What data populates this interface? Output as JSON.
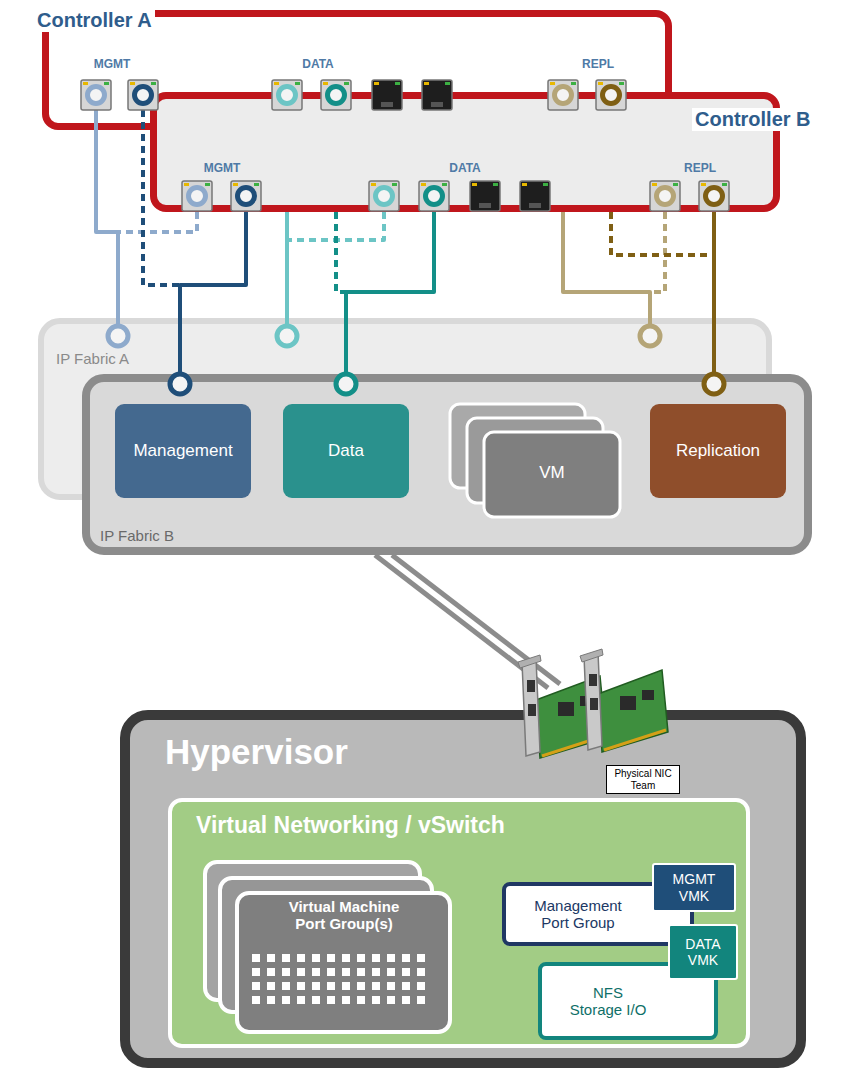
{
  "diagram": {
    "nodes": [
      {
        "text": [
          "Controller A"
        ]
      },
      {
        "text": [
          "Controller B"
        ]
      },
      {
        "text": [
          "IP Fabric A"
        ]
      },
      {
        "text": [
          "IP Fabric B"
        ]
      },
      {
        "text": [
          "Management"
        ],
        "in": 3
      },
      {
        "text": [
          "Data"
        ],
        "in": 3
      },
      {
        "text": [
          "VM"
        ],
        "in": 3
      },
      {
        "text": [
          "Replication"
        ],
        "in": 3
      },
      {
        "text": [
          "Hypervisor"
        ]
      },
      {
        "text": [
          "Virtual Networking / vSwitch"
        ],
        "in": 8
      },
      {
        "text": [
          "Virtual Machine Port Group(s)"
        ],
        "in": 9
      },
      {
        "text": [
          "Management Port Group"
        ],
        "in": 9
      },
      {
        "text": [
          "MGMT VMK"
        ],
        "in": 11
      },
      {
        "text": [
          "NFS Storage I/O"
        ],
        "in": 9
      },
      {
        "text": [
          "DATA VMK"
        ],
        "in": 13
      },
      {
        "text": [
          "Physical NIC Team"
        ]
      }
    ],
    "edges": [
      {
        "from": 0,
        "to": 2,
        "arrow": "none"
      },
      {
        "from": 1,
        "to": 2,
        "arrow": "none"
      },
      {
        "from": 0,
        "to": 3,
        "arrow": "none"
      },
      {
        "from": 1,
        "to": 3,
        "arrow": "none"
      },
      {
        "from": 0,
        "to": 2,
        "arrow": "none"
      },
      {
        "from": 1,
        "to": 2,
        "arrow": "none"
      },
      {
        "from": 0,
        "to": 3,
        "arrow": "none"
      },
      {
        "from": 1,
        "to": 3,
        "arrow": "none"
      },
      {
        "from": 0,
        "to": 2,
        "arrow": "none"
      },
      {
        "from": 1,
        "to": 2,
        "arrow": "none"
      },
      {
        "from": 0,
        "to": 3,
        "arrow": "none"
      },
      {
        "from": 1,
        "to": 3,
        "arrow": "none"
      },
      {
        "from": 3,
        "to": 15,
        "arrow": "none"
      }
    ],
    "labels": [
      "MGMT",
      "DATA",
      "REPL",
      "MGMT",
      "DATA",
      "REPL"
    ]
  }
}
